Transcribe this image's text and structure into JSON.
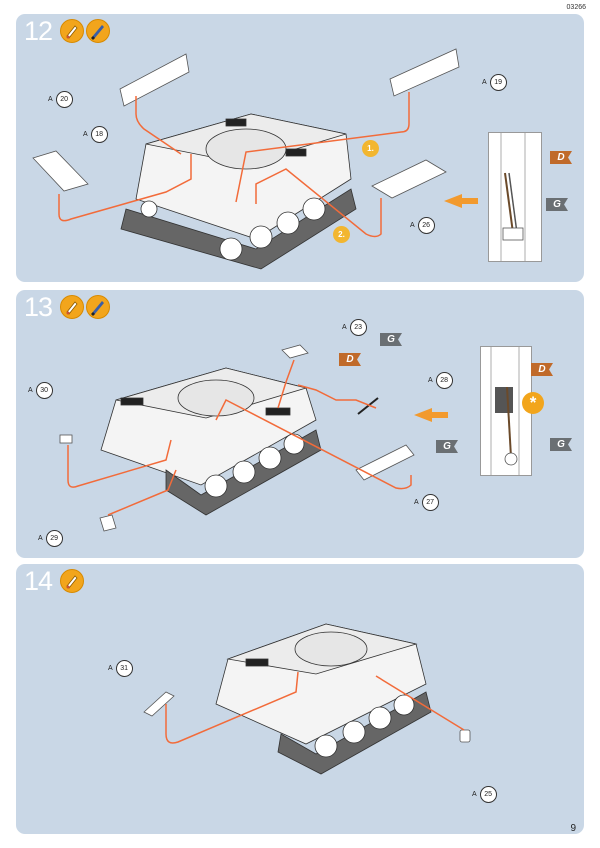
{
  "document_code": "03266",
  "page_number": "9",
  "steps": [
    {
      "number": "12",
      "tools": [
        "glue-icon",
        "paint-brush-icon"
      ],
      "parts": [
        {
          "prefix": "A",
          "num": "20"
        },
        {
          "prefix": "A",
          "num": "19"
        },
        {
          "prefix": "A",
          "num": "18"
        },
        {
          "prefix": "A",
          "num": "26"
        }
      ],
      "sequence": [
        "1.",
        "2."
      ],
      "paint_codes": [
        "D",
        "G"
      ]
    },
    {
      "number": "13",
      "tools": [
        "glue-icon",
        "paint-brush-icon"
      ],
      "parts": [
        {
          "prefix": "A",
          "num": "23"
        },
        {
          "prefix": "A",
          "num": "28"
        },
        {
          "prefix": "A",
          "num": "30"
        },
        {
          "prefix": "A",
          "num": "27"
        },
        {
          "prefix": "A",
          "num": "29"
        }
      ],
      "paint_codes": [
        "G",
        "D",
        "D",
        "G",
        "G"
      ]
    },
    {
      "number": "14",
      "tools": [
        "glue-icon"
      ],
      "parts": [
        {
          "prefix": "A",
          "num": "31"
        },
        {
          "prefix": "A",
          "num": "25"
        }
      ]
    }
  ],
  "colors": {
    "panel_bg": "#c9d7e6",
    "guide_line": "#f26b3a",
    "arrow": "#f29a2e",
    "paint_d": "#c06a2a",
    "paint_g": "#6a6f73",
    "tool_badge": "#f2a51c"
  }
}
